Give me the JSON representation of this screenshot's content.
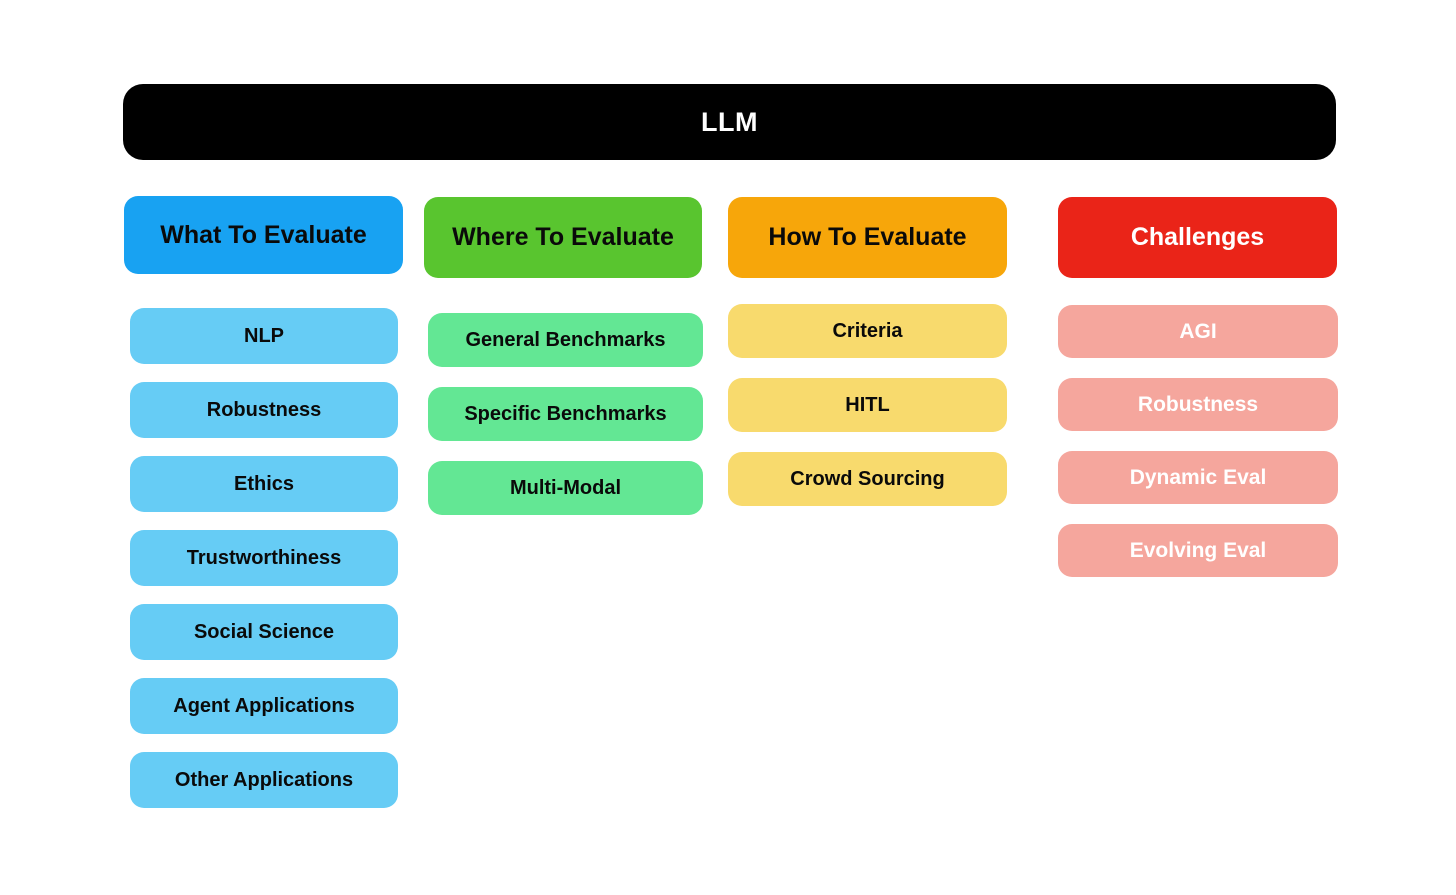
{
  "root": {
    "label": "LLM",
    "bg": "#000000",
    "text_color": "#ffffff"
  },
  "columns": [
    {
      "id": "what-to-evaluate",
      "header": {
        "label": "What To Evaluate",
        "bg": "#18a2f2",
        "text_color": "#0a0a0a"
      },
      "item_style": {
        "bg": "#66ccf5",
        "text_color": "#0a0a0a"
      },
      "items": [
        {
          "label": "NLP"
        },
        {
          "label": "Robustness"
        },
        {
          "label": "Ethics"
        },
        {
          "label": "Trustworthiness"
        },
        {
          "label": "Social Science"
        },
        {
          "label": "Agent Applications"
        },
        {
          "label": "Other Applications"
        }
      ]
    },
    {
      "id": "where-to-evaluate",
      "header": {
        "label": "Where To Evaluate",
        "bg": "#59c52f",
        "text_color": "#0a0a0a"
      },
      "item_style": {
        "bg": "#63e794",
        "text_color": "#0a0a0a"
      },
      "items": [
        {
          "label": "General Benchmarks"
        },
        {
          "label": "Specific Benchmarks"
        },
        {
          "label": "Multi-Modal"
        }
      ]
    },
    {
      "id": "how-to-evaluate",
      "header": {
        "label": "How To Evaluate",
        "bg": "#f7a60a",
        "text_color": "#0a0a0a"
      },
      "item_style": {
        "bg": "#f8da6d",
        "text_color": "#0a0a0a"
      },
      "items": [
        {
          "label": "Criteria"
        },
        {
          "label": "HITL"
        },
        {
          "label": "Crowd Sourcing"
        }
      ]
    },
    {
      "id": "challenges",
      "header": {
        "label": "Challenges",
        "bg": "#ea2418",
        "text_color": "#ffffff"
      },
      "item_style": {
        "bg": "#f5a69d",
        "text_color": "#ffffff"
      },
      "items": [
        {
          "label": "AGI"
        },
        {
          "label": "Robustness"
        },
        {
          "label": "Dynamic Eval"
        },
        {
          "label": "Evolving Eval"
        }
      ]
    }
  ]
}
